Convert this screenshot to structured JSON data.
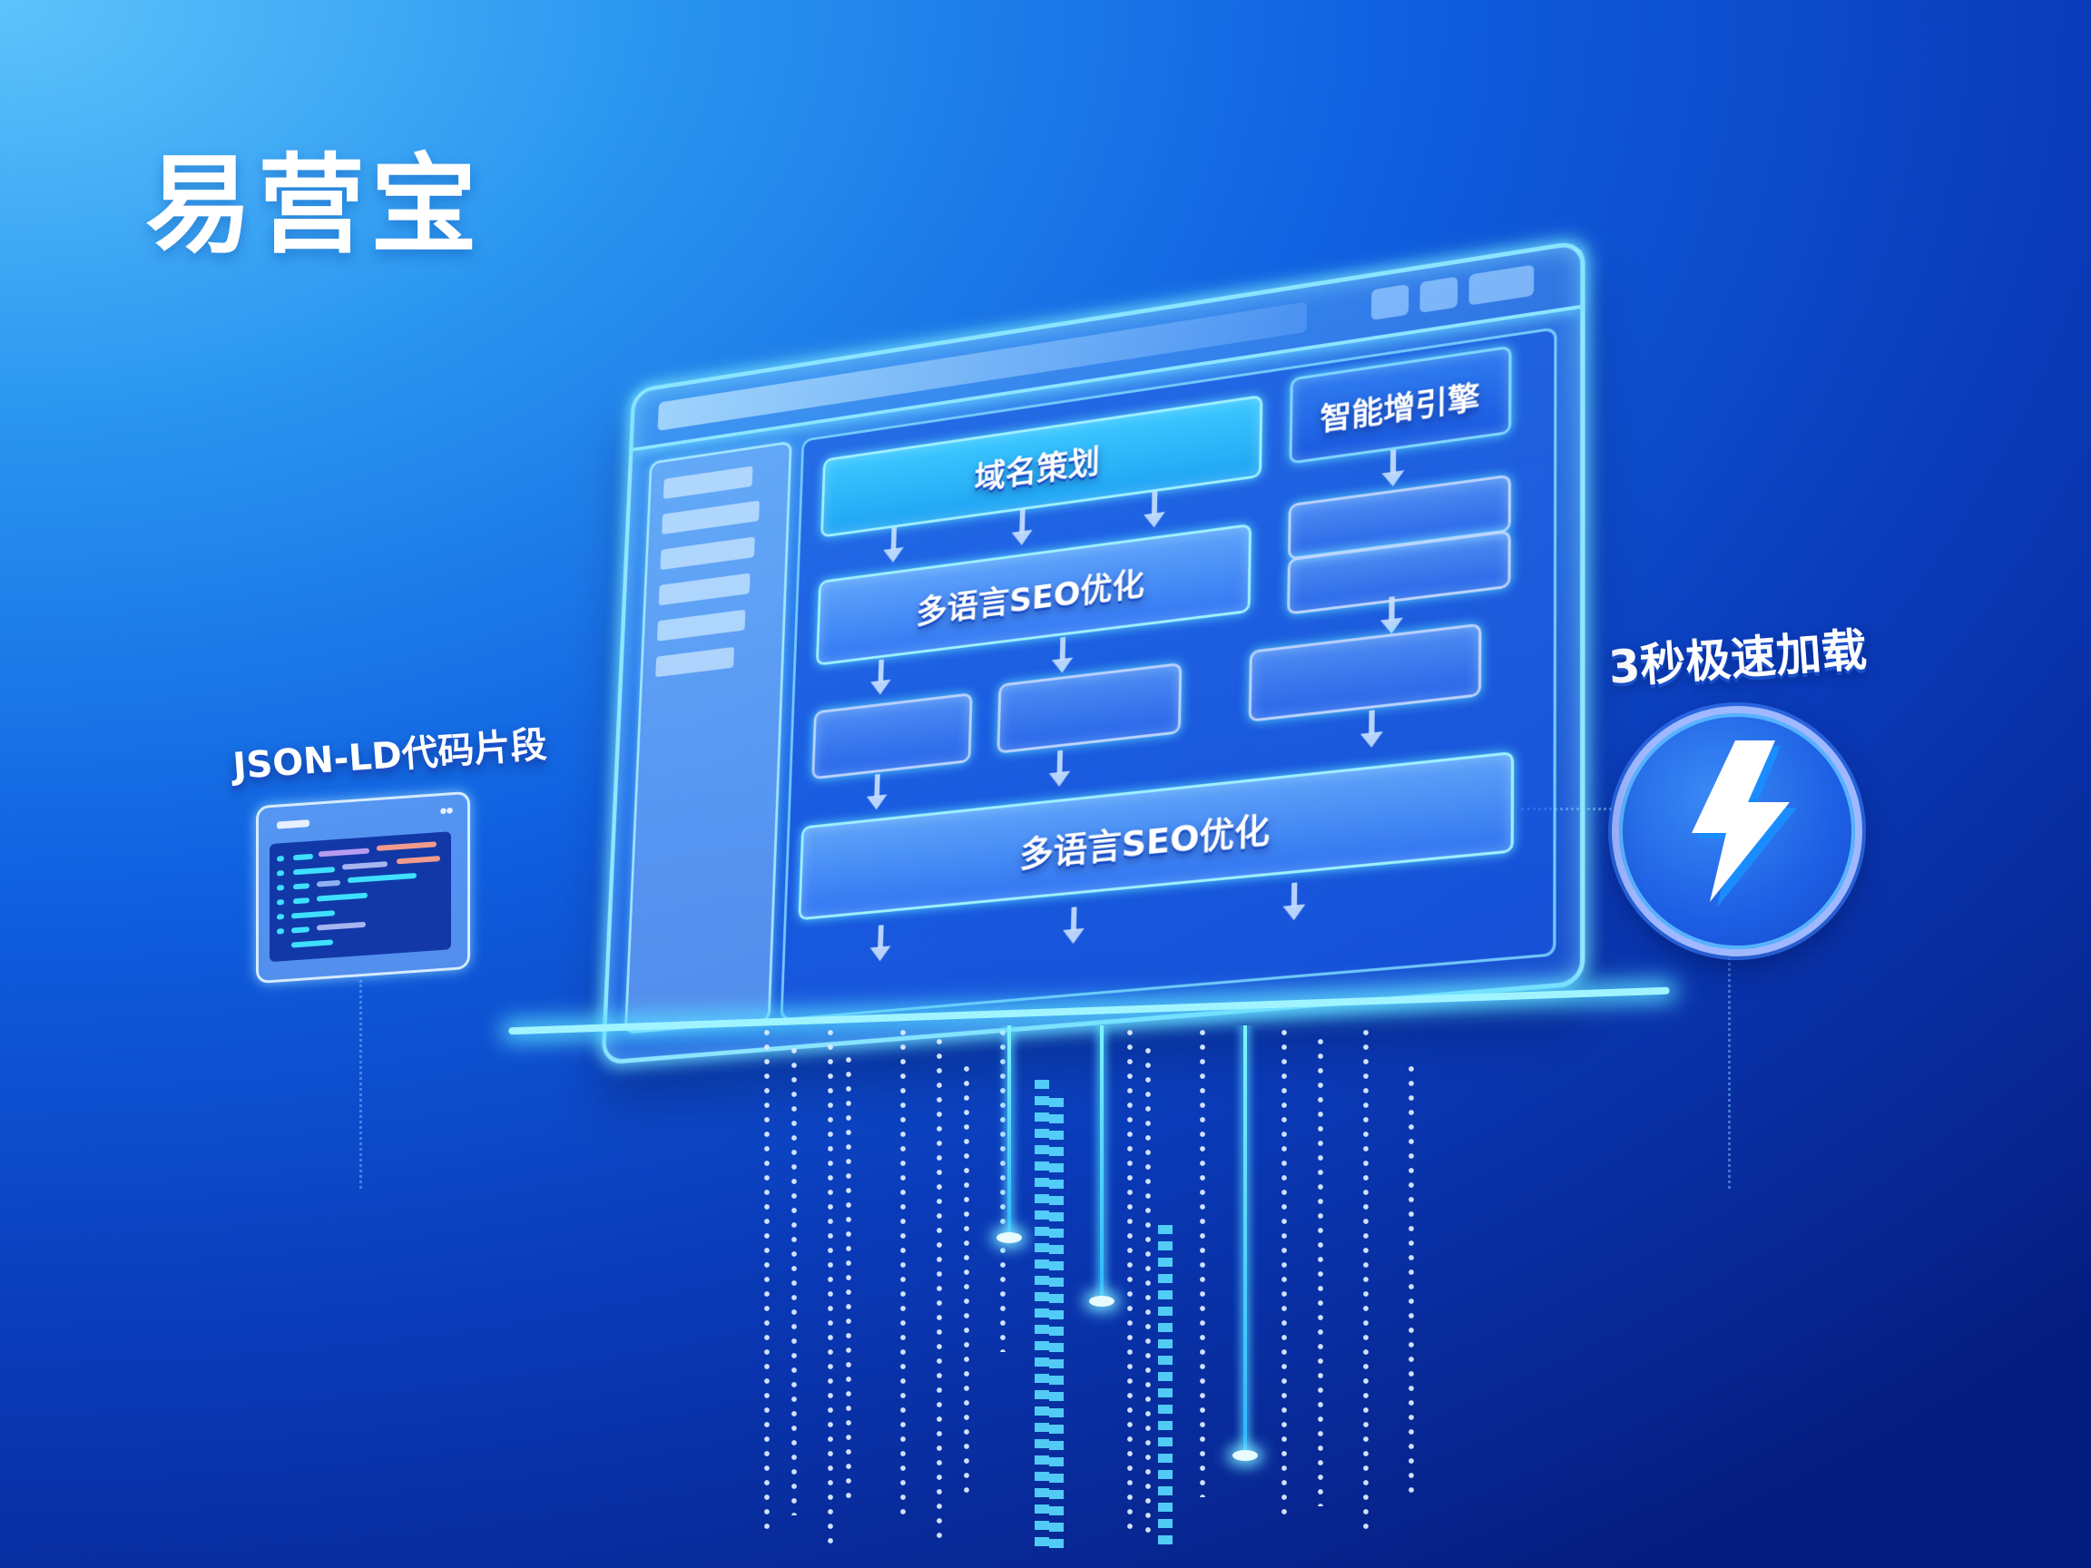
{
  "brand": {
    "title": "易营宝"
  },
  "main_window": {
    "flow": {
      "top_box": "域名策划",
      "engine_box": "智能增引擎",
      "middle_box": "多语言SEO优化",
      "bottom_box": "多语言SEO优化"
    }
  },
  "callouts": {
    "left": {
      "label": "JSON-LD代码片段",
      "icon": "code-window-icon"
    },
    "right": {
      "label": "3秒极速加载",
      "icon": "lightning-bolt-icon"
    }
  },
  "colors": {
    "bg_light": "#5ec4fb",
    "bg_mid": "#0f5fe0",
    "bg_dark": "#061d80",
    "glow": "#8ee6ff",
    "accent_cyan": "#3cc8ff",
    "code_pink": "#f29a8c",
    "code_purple": "#b69cf0",
    "code_cyan": "#3ee0ff"
  }
}
